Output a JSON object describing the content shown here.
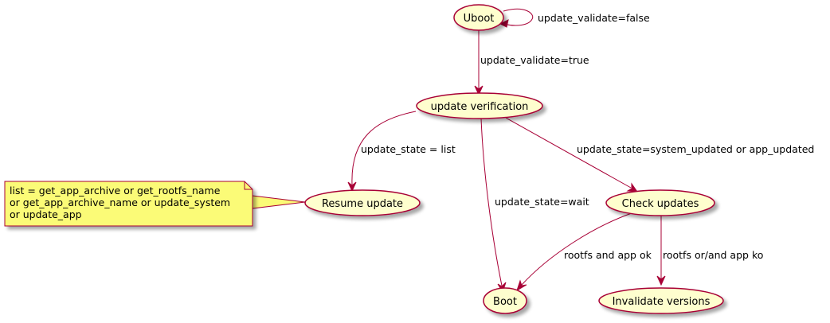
{
  "diagram": {
    "nodes": {
      "uboot": "Uboot",
      "update_verification": "update verification",
      "resume_update": "Resume update",
      "check_updates": "Check updates",
      "boot": "Boot",
      "invalidate_versions": "Invalidate versions"
    },
    "edges": {
      "uboot_self": "update_validate=false",
      "uboot_to_verification": "update_validate=true",
      "verification_to_resume": "update_state = list",
      "verification_to_check": "update_state=system_updated or app_updated",
      "verification_to_boot": "update_state=wait",
      "check_to_boot": "rootfs and app ok",
      "check_to_invalidate": "rootfs or/and app ko"
    },
    "note": {
      "lines": [
        "list = get_app_archive or get_rootfs_name",
        "or get_app_archive_name or update_system",
        "or update_app"
      ]
    }
  }
}
